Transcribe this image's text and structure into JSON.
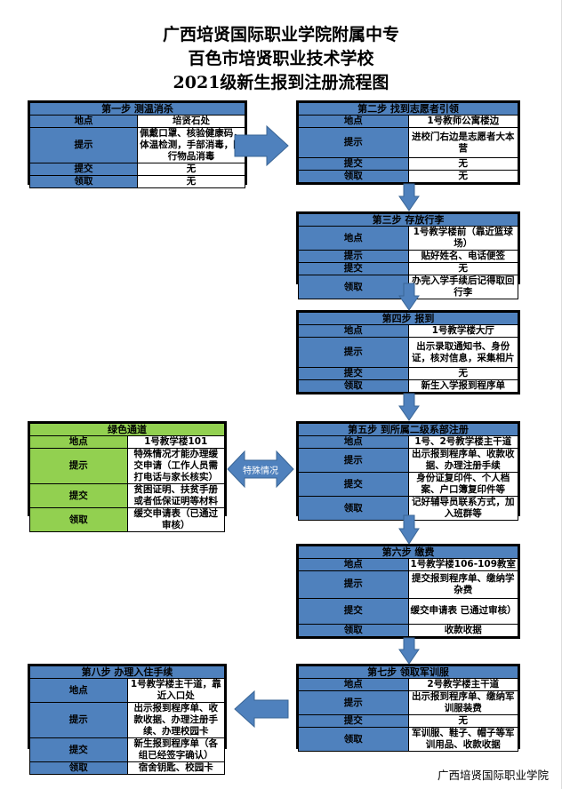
{
  "title": {
    "line1": "广西培贤国际职业学院附属中专",
    "line2": "百色市培贤职业技术学校",
    "line3": "2021级新生报到注册流程图"
  },
  "labels": {
    "location": "地点",
    "tip": "提示",
    "submit": "提交",
    "receive": "领取"
  },
  "colors": {
    "step_header": "#4f81bd",
    "green_channel": "#92d050",
    "arrow": "#4f81bd"
  },
  "steps": [
    {
      "header": "第一步 测温消杀",
      "location": "培贤石处",
      "tip": "佩戴口罩、核验健康码，体温检测，手部消毒，随行物品消毒",
      "submit": "无",
      "receive": "无"
    },
    {
      "header": "第二步 找到志愿者引领",
      "location": "1号教师公寓楼边",
      "tip": "进校门右边是志愿者大本营",
      "submit": "无",
      "receive": "无"
    },
    {
      "header": "第三步 存放行李",
      "location": "1号教学楼前（靠近篮球场）",
      "tip": "贴好姓名、电话便签",
      "submit": "无",
      "receive": "办完入学手续后记得取回行李"
    },
    {
      "header": "第四步 报到",
      "location": "1号教学楼大厅",
      "tip": "出示录取通知书、身份证，核对信息，采集相片",
      "submit": "无",
      "receive": "新生入学报到程序单"
    },
    {
      "header": "第五步 到所属二级系部注册",
      "location": "1号、2号教学楼主干道",
      "tip": "出示报到程序单、收款收据、办理注册手续",
      "submit": "身份证复印件、个人档案、户口簿复印件等",
      "receive": "记好辅导员联系方式，加入班群等"
    },
    {
      "header": "第六步 缴费",
      "location": "1号教学楼106-109教室",
      "tip": "提交报到程序单、缴纳学杂费",
      "submit": "缓交申请表 已通过审核）",
      "receive": "收款收据"
    },
    {
      "header": "第七步  领取军训服",
      "location": "2号教学楼主干道",
      "tip": "出示报到程序单、缴纳军训服装费",
      "submit": "无",
      "receive": "军训服、鞋子、帽子等军训用品、收款收据"
    },
    {
      "header": "第八步 办理入住手续",
      "location": "1号教学楼主干道，靠近入口处",
      "tip": "出示报到程序单、收款收据、办理注册手续、办理校园卡",
      "submit": "新生报到程序单（各组已经签字确认）",
      "receive": "宿舍钥匙、校园卡"
    }
  ],
  "green_channel": {
    "header": "绿色通道",
    "location": "1号教学楼101",
    "tip": "特殊情况才能办理缓交申请（工作人员需打电话与家长核实）",
    "submit": "贫困证明、扶贫手册或者低保证明等材料",
    "receive": "缓交申请表（已通过审核）"
  },
  "connector": {
    "special_case_label": "特殊情况"
  },
  "footer": {
    "org": "广西培贤国际职业学院"
  }
}
